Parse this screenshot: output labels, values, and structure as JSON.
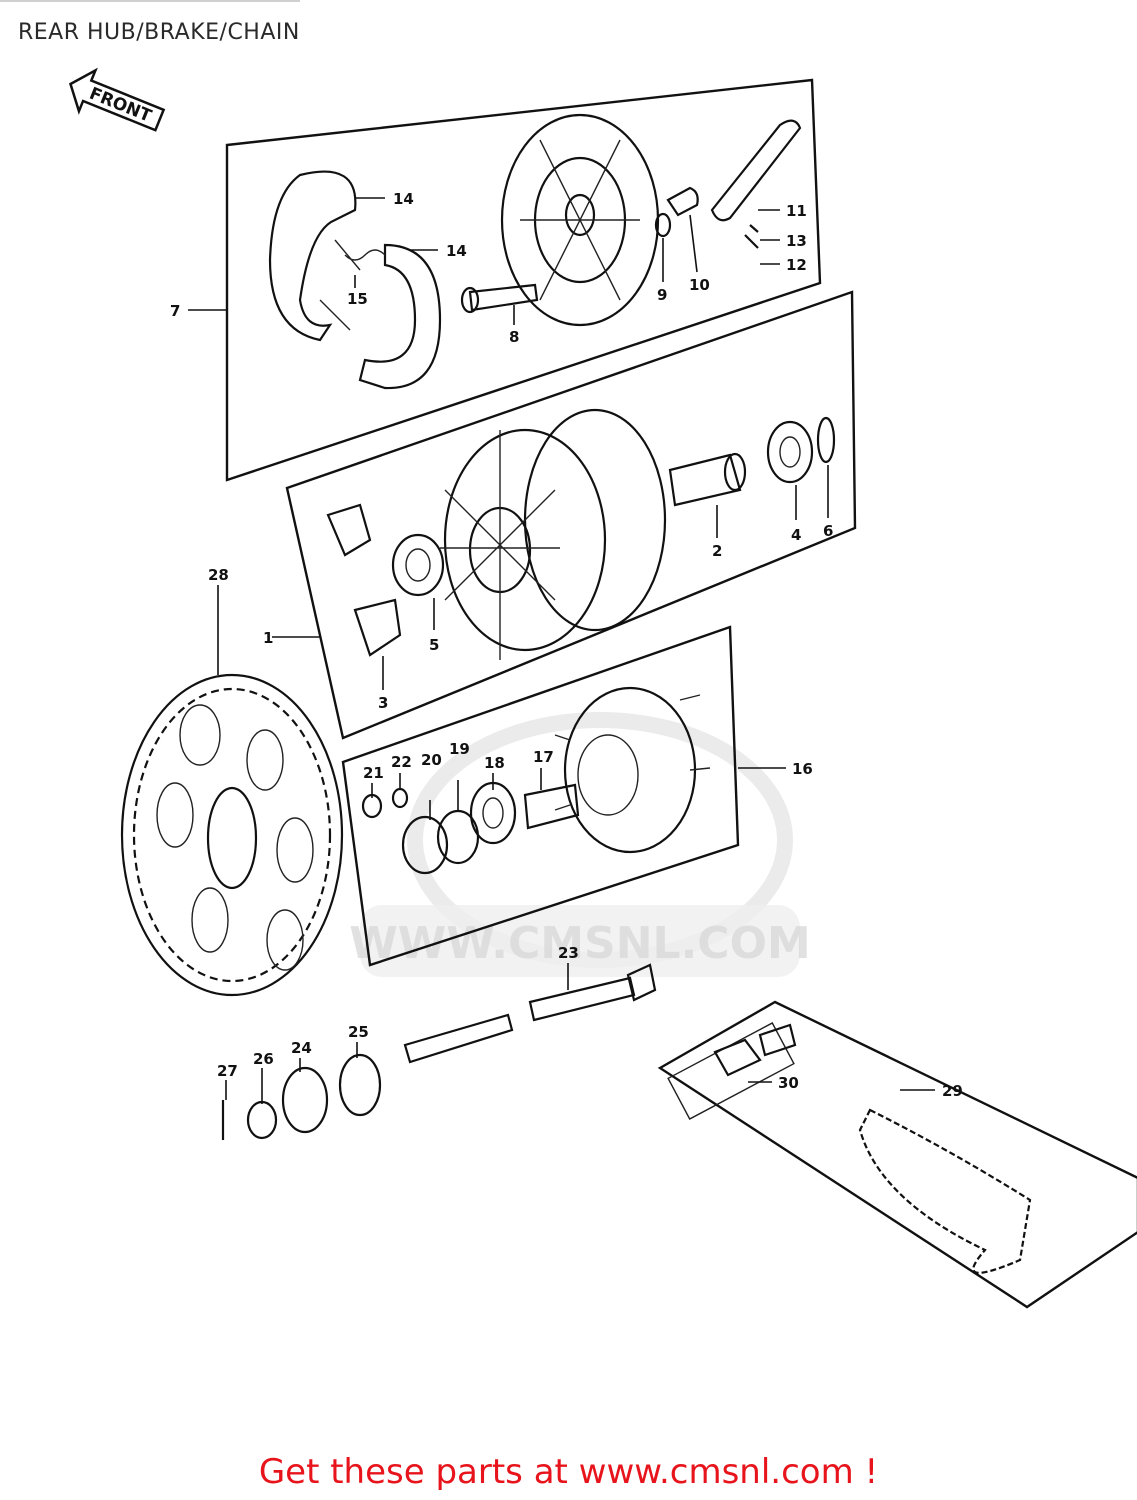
{
  "page": {
    "title": "REAR HUB/BRAKE/CHAIN",
    "call_to_action": "Get these parts at www.cmsnl.com !"
  },
  "diagram": {
    "direction_label": "FRONT",
    "watermark": "WWW.CMSNL.COM",
    "callouts": [
      "1",
      "2",
      "3",
      "4",
      "5",
      "6",
      "7",
      "8",
      "9",
      "10",
      "11",
      "12",
      "13",
      "14",
      "14",
      "15",
      "16",
      "17",
      "18",
      "19",
      "20",
      "21",
      "22",
      "23",
      "24",
      "25",
      "26",
      "27",
      "28",
      "29",
      "30"
    ]
  },
  "colors": {
    "cta": "#e8141c",
    "line": "#111111",
    "watermark": "#d8d8d8"
  }
}
